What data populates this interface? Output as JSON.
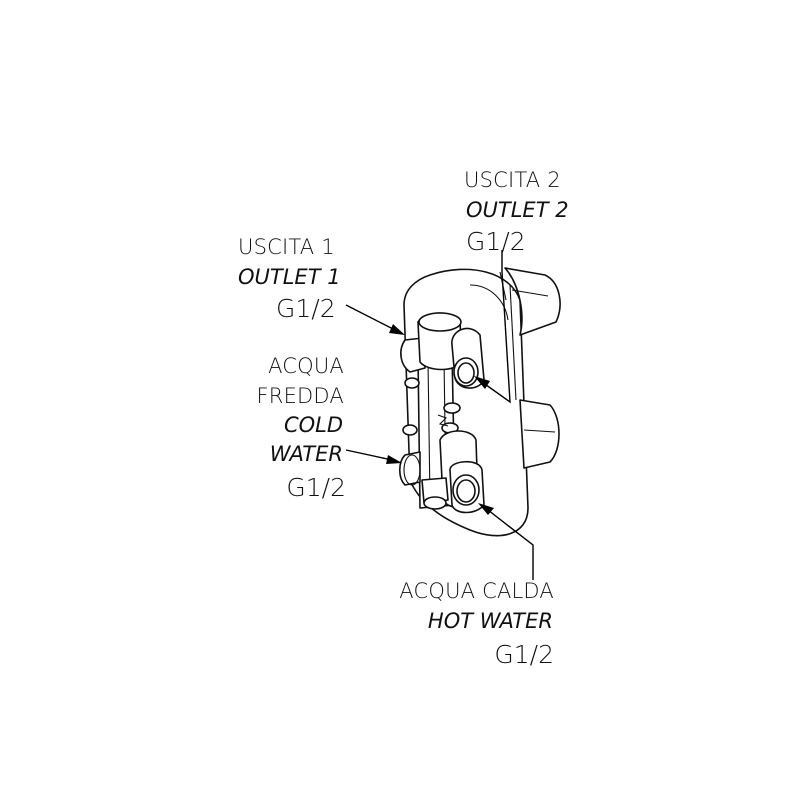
{
  "labels": {
    "outlet2": {
      "it": "USCITA 2",
      "en": "OUTLET 2",
      "thread": "G1/2"
    },
    "outlet1": {
      "it": "USCITA 1",
      "en": "OUTLET 1",
      "thread": "G1/2"
    },
    "cold": {
      "it1": "ACQUA",
      "it2": "FREDDA",
      "en1": "COLD",
      "en2": "WATER",
      "thread": "G1/2"
    },
    "hot": {
      "it": "ACQUA CALDA",
      "en": "HOT WATER",
      "thread": "G1/2"
    }
  },
  "colors": {
    "line": "#111111",
    "background": "#ffffff"
  }
}
